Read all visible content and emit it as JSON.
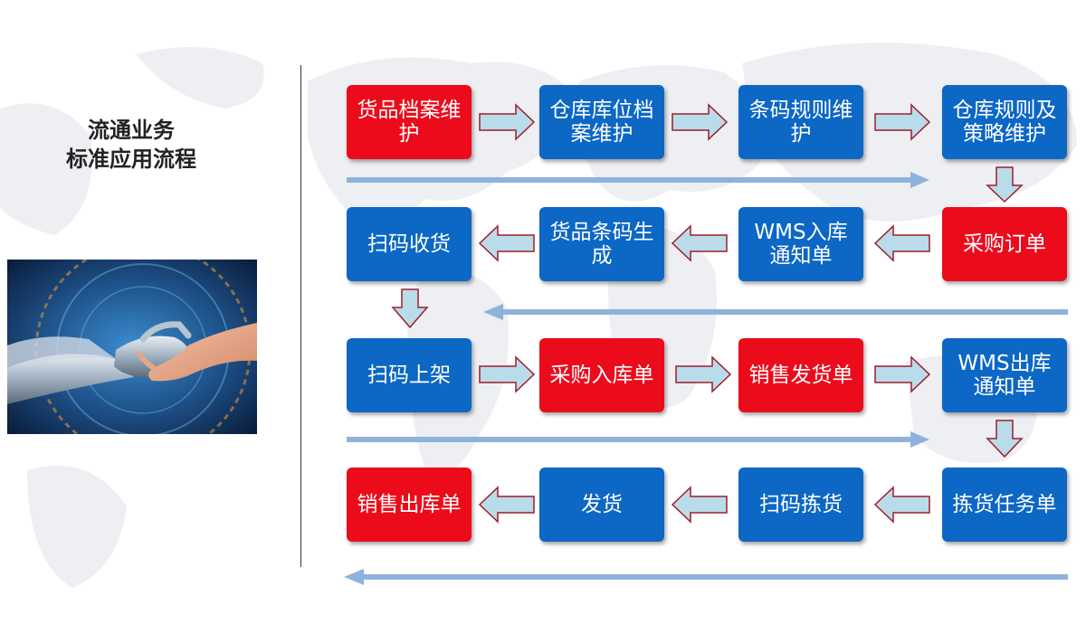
{
  "title": {
    "line1": "流通业务",
    "line2": "标准应用流程"
  },
  "illustration": "robot-human-handshake-photo",
  "colors": {
    "blue": "#0c67c5",
    "red": "#eb0b1b",
    "arrow_fill": "#b9dceb",
    "arrow_stroke": "#a11c2a",
    "flow_line": "#8fb2dc"
  },
  "rows": [
    [
      {
        "label": "货品档案维护",
        "color": "red"
      },
      {
        "label": "仓库库位档案维护",
        "color": "blue"
      },
      {
        "label": "条码规则维护",
        "color": "blue"
      },
      {
        "label": "仓库规则及策略维护",
        "color": "blue"
      }
    ],
    [
      {
        "label": "扫码收货",
        "color": "blue"
      },
      {
        "label": "货品条码生成",
        "color": "blue"
      },
      {
        "label": "WMS入库通知单",
        "color": "blue"
      },
      {
        "label": "采购订单",
        "color": "red"
      }
    ],
    [
      {
        "label": "扫码上架",
        "color": "blue"
      },
      {
        "label": "采购入库单",
        "color": "red"
      },
      {
        "label": "销售发货单",
        "color": "red"
      },
      {
        "label": "WMS出库通知单",
        "color": "blue"
      }
    ],
    [
      {
        "label": "销售出库单",
        "color": "red"
      },
      {
        "label": "发货",
        "color": "blue"
      },
      {
        "label": "扫码拣货",
        "color": "blue"
      },
      {
        "label": "拣货任务单",
        "color": "blue"
      }
    ]
  ]
}
